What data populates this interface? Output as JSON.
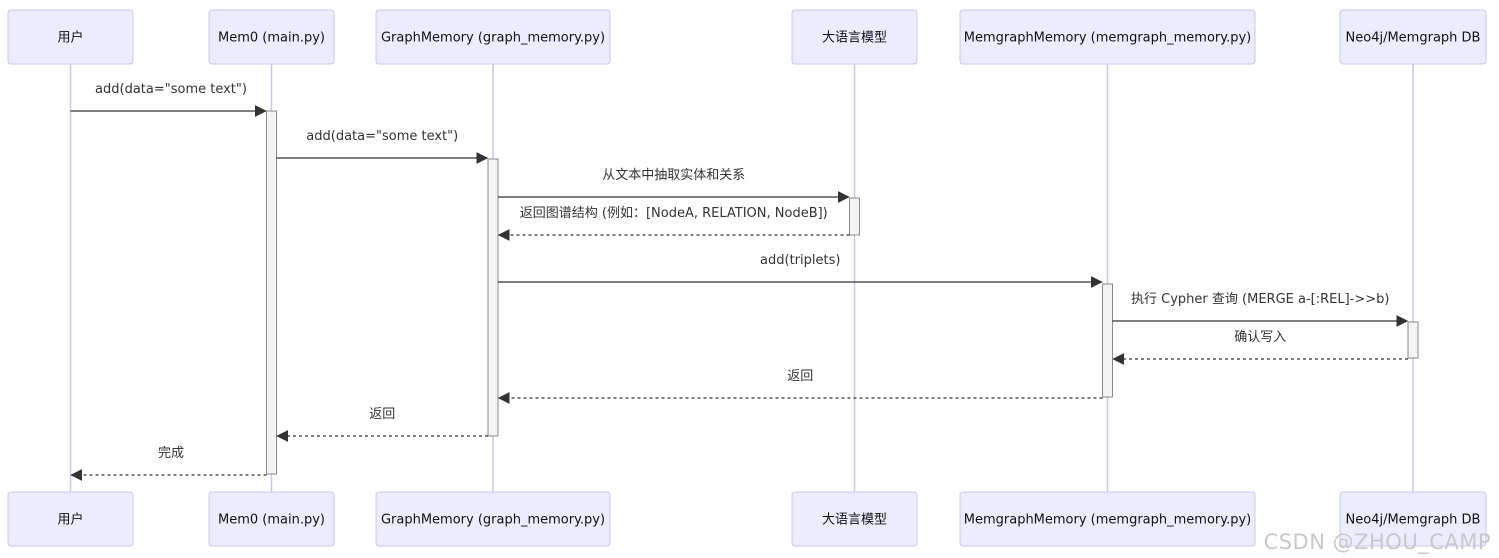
{
  "participants": [
    {
      "id": "user",
      "label": "用户"
    },
    {
      "id": "mem0",
      "label": "Mem0 (main.py)"
    },
    {
      "id": "graph",
      "label": "GraphMemory (graph_memory.py)"
    },
    {
      "id": "llm",
      "label": "大语言模型"
    },
    {
      "id": "memgraph",
      "label": "MemgraphMemory (memgraph_memory.py)"
    },
    {
      "id": "db",
      "label": "Neo4j/Memgraph DB"
    }
  ],
  "messages": [
    {
      "from": "user",
      "to": "mem0",
      "text": "add(data=\"some text\")",
      "type": "solid"
    },
    {
      "from": "mem0",
      "to": "graph",
      "text": "add(data=\"some text\")",
      "type": "solid"
    },
    {
      "from": "graph",
      "to": "llm",
      "text": "从文本中抽取实体和关系",
      "type": "solid"
    },
    {
      "from": "llm",
      "to": "graph",
      "text": "返回图谱结构 (例如：[NodeA, RELATION, NodeB])",
      "type": "dashed"
    },
    {
      "from": "graph",
      "to": "memgraph",
      "text": "add(triplets)",
      "type": "solid"
    },
    {
      "from": "memgraph",
      "to": "db",
      "text": "执行 Cypher 查询 (MERGE a-[:REL]->>b)",
      "type": "solid"
    },
    {
      "from": "db",
      "to": "memgraph",
      "text": "确认写入",
      "type": "dashed"
    },
    {
      "from": "memgraph",
      "to": "graph",
      "text": "返回",
      "type": "dashed"
    },
    {
      "from": "graph",
      "to": "mem0",
      "text": "返回",
      "type": "dashed"
    },
    {
      "from": "mem0",
      "to": "user",
      "text": "完成",
      "type": "dashed"
    }
  ],
  "watermark": "CSDN @ZHOU_CAMP"
}
